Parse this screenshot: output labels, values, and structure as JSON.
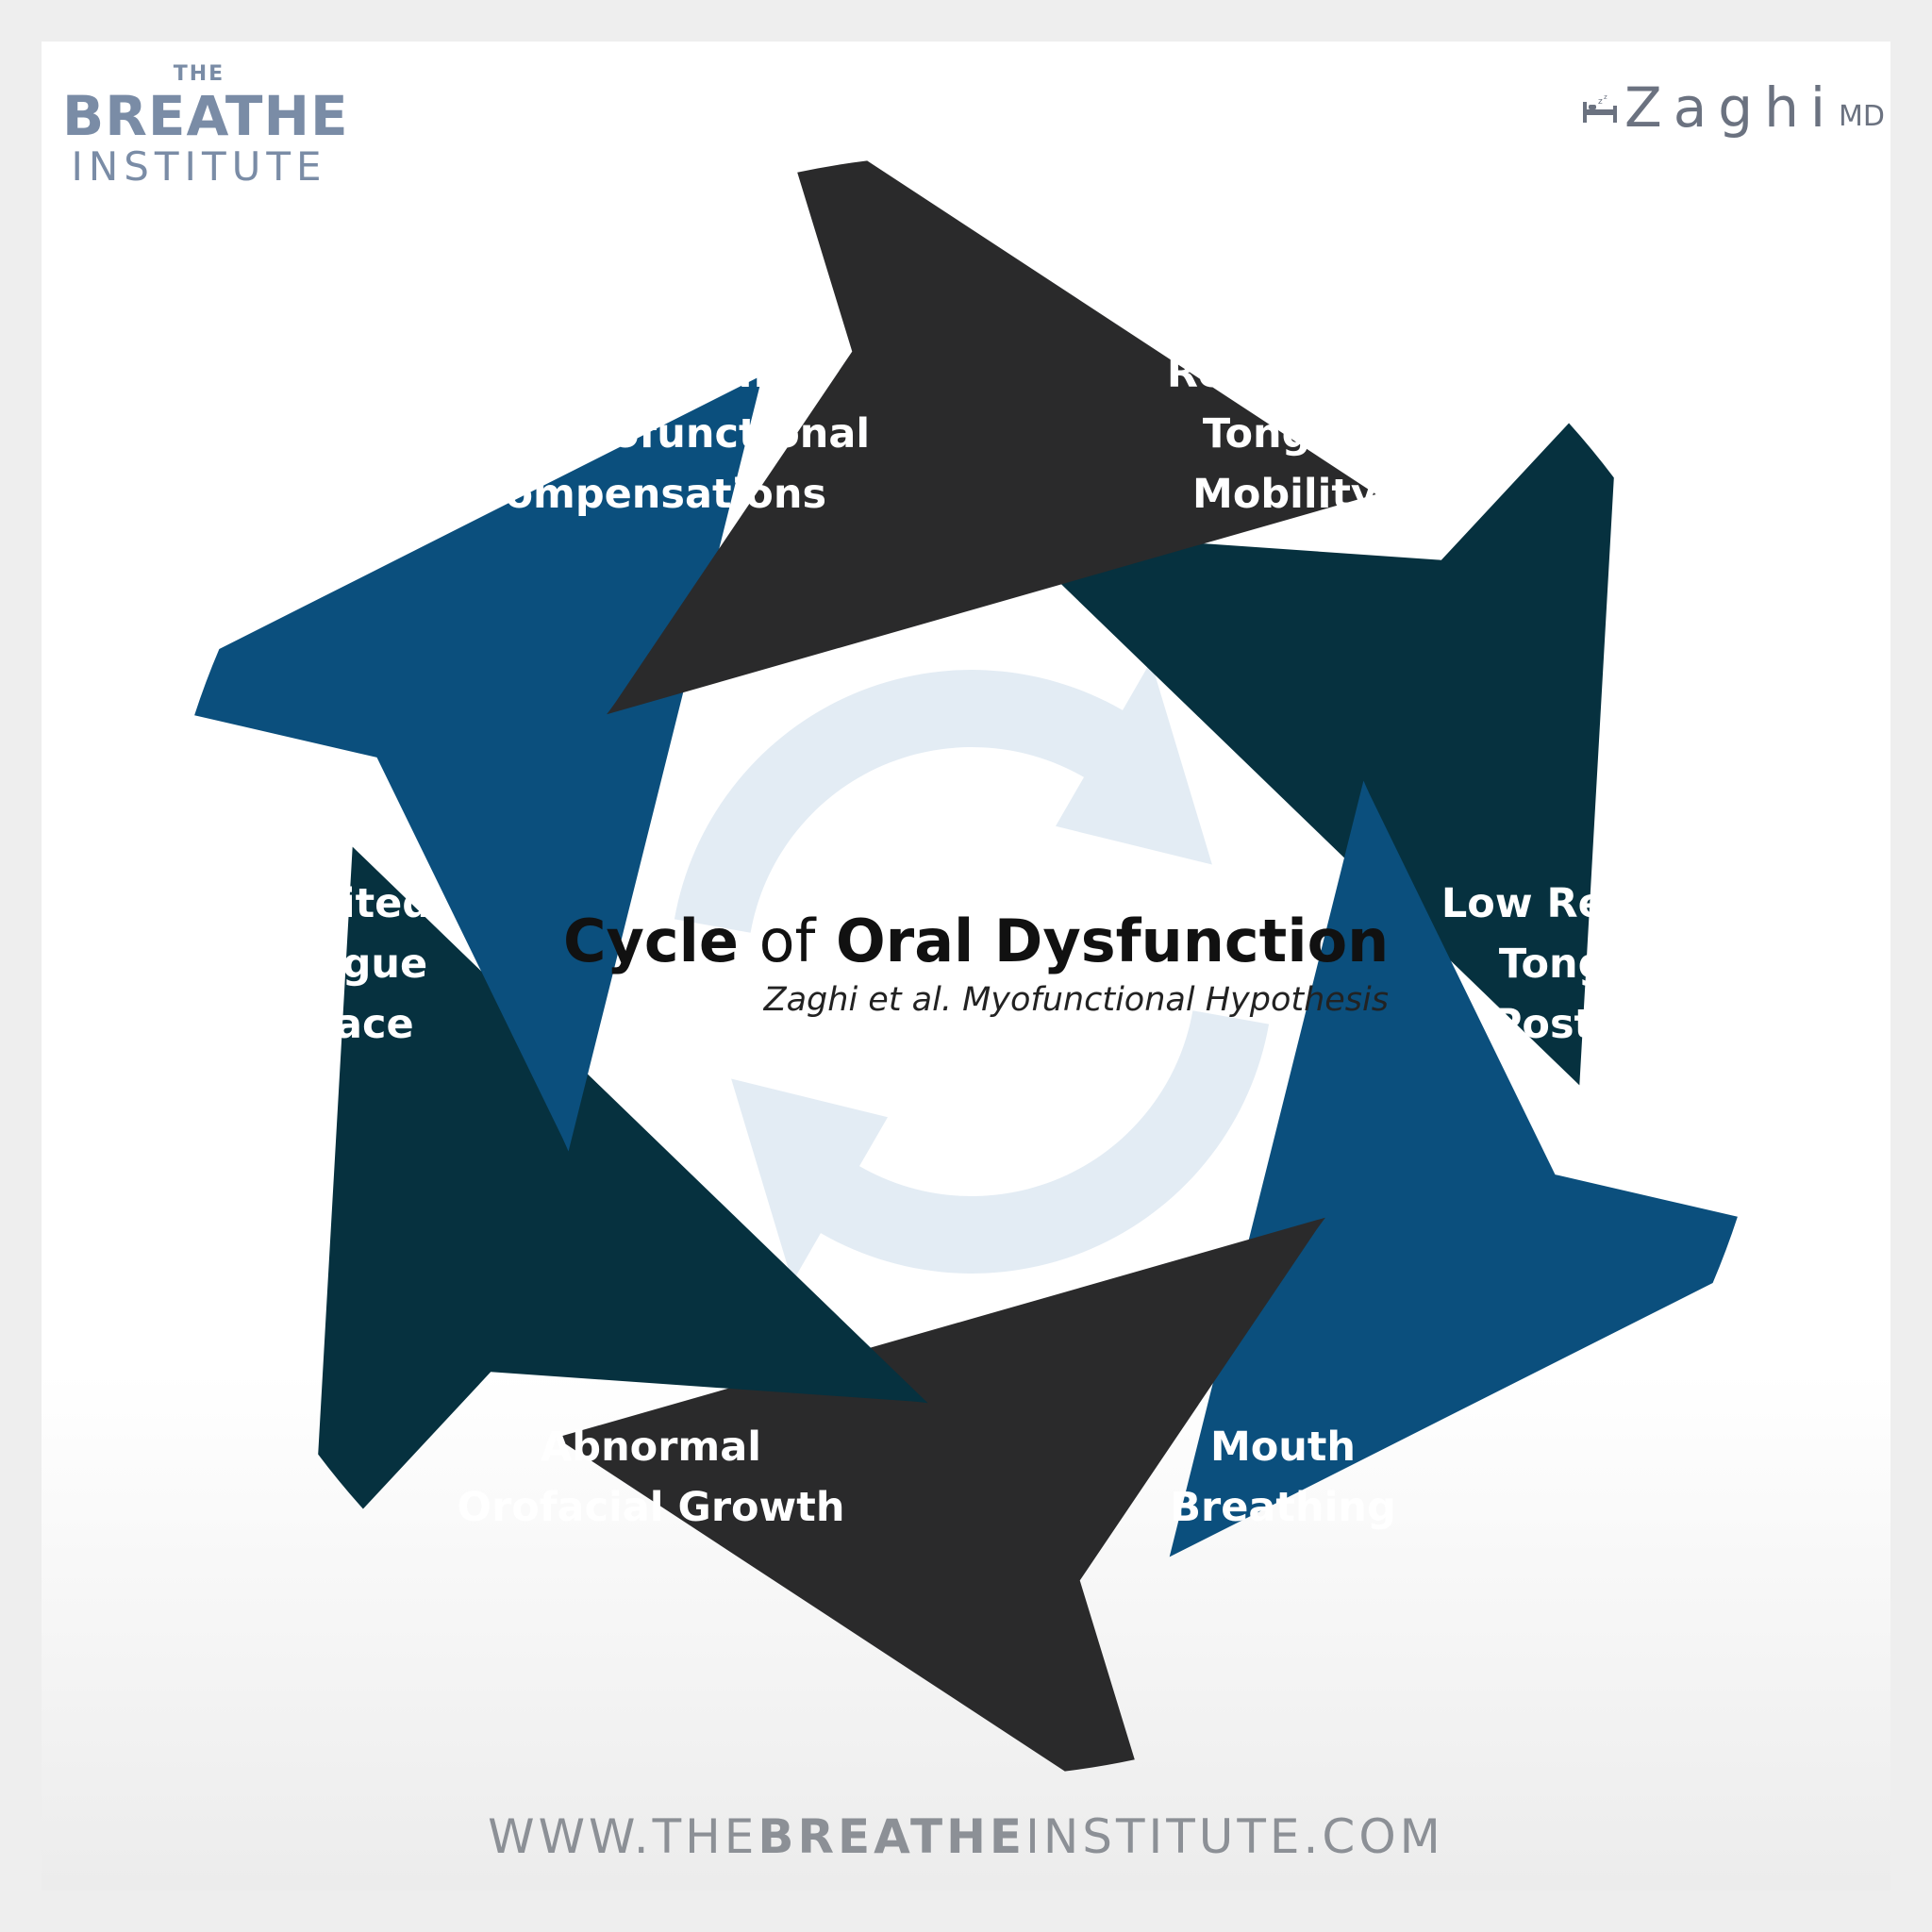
{
  "colors": {
    "dark_gray": "#2a2a2b",
    "dark_teal": "#06313f",
    "blue": "#0b4f7d",
    "center_arrow": "#e3ecf4"
  },
  "logos": {
    "left": {
      "the": "THE",
      "breathe": "BREATHE",
      "institute": "INSTITUTE"
    },
    "right": {
      "icon": "bed-zzz-icon",
      "name": "Zaghi",
      "suffix": "MD"
    }
  },
  "center": {
    "title_part1": "Cycle",
    "title_of": "of",
    "title_part2": "Oral Dysfunction",
    "subtitle": "Zaghi et al. Myofunctional Hypothesis",
    "icon": "refresh-cycle-icon"
  },
  "segments": [
    {
      "label": "Restricted\nTongue\nMobility",
      "color": "#06313f"
    },
    {
      "label": "Low Resting\nTongue\nPosture",
      "color": "#0b4f7d"
    },
    {
      "label": "Mouth\nBreathing",
      "color": "#2a2a2b"
    },
    {
      "label": "Abnormal\nOrofacial Growth",
      "color": "#06313f"
    },
    {
      "label": "Limited\nTongue\nSpace",
      "color": "#0b4f7d"
    },
    {
      "label": "Dysfunctional\nOral-Myofunctional\nCompensations",
      "color": "#2a2a2b"
    }
  ],
  "footer": {
    "pre": "WWW.THE",
    "mid": "BREATHE",
    "post": "INSTITUTE.COM"
  }
}
